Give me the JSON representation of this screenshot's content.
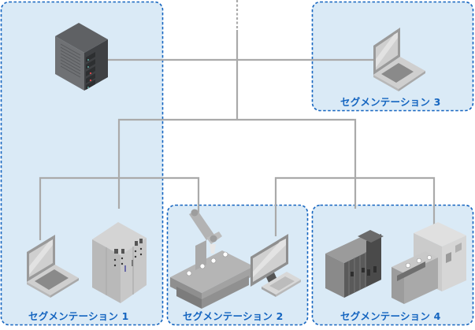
{
  "diagram": {
    "title": "",
    "colors": {
      "segment_fill": "#daeaf6",
      "segment_border": "#1565c0",
      "label_text": "#1565c0",
      "connector": "#aaaaaa"
    },
    "segments": [
      {
        "id": "seg1",
        "label": "セグメンテーション 1",
        "devices": [
          "server-icon",
          "laptop-icon",
          "control-cabinet-icon"
        ]
      },
      {
        "id": "seg2",
        "label": "セグメンテーション 2",
        "devices": [
          "robot-arm-conveyor-icon",
          "desktop-pc-icon"
        ]
      },
      {
        "id": "seg3",
        "label": "セグメンテーション 3",
        "devices": [
          "laptop-icon"
        ]
      },
      {
        "id": "seg4",
        "label": "セグメンテーション 4",
        "devices": [
          "plc-icon",
          "inspection-machine-icon"
        ]
      }
    ]
  }
}
